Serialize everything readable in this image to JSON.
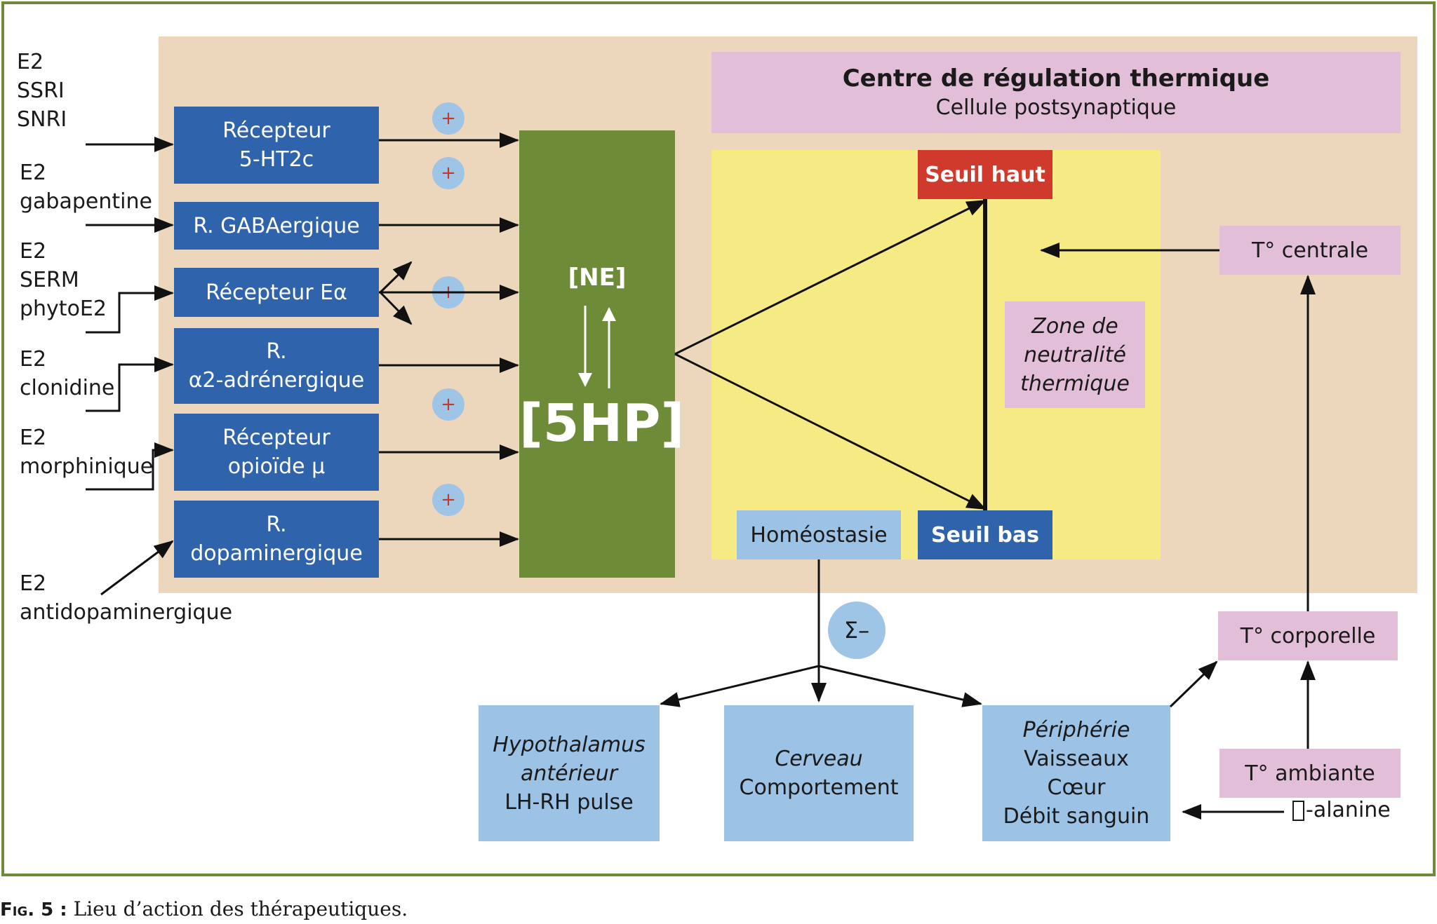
{
  "receptors": [
    {
      "label": "Récepteur\n5-HT2c"
    },
    {
      "label": "R. GABAergique"
    },
    {
      "label": "Récepteur Eα"
    },
    {
      "label": "R.\nα2-adrénergique"
    },
    {
      "label": "Récepteur\nopioïde μ"
    },
    {
      "label": "R.\ndopaminergique"
    }
  ],
  "drugs": [
    {
      "label": "E2\nSSRI\nSNRI"
    },
    {
      "label": "E2\ngabapentine"
    },
    {
      "label": "E2\nSERM\nphytoE2"
    },
    {
      "label": "E2\nclonidine"
    },
    {
      "label": "E2\nmorphinique"
    },
    {
      "label": "E2\nantidopaminergique"
    }
  ],
  "plus_sign": "+",
  "central": {
    "ne": "[NE]",
    "fivehp": "[5HP]"
  },
  "centre": {
    "title": "Centre de régulation thermique",
    "subtitle": "Cellule postsynaptique"
  },
  "seuil_haut": "Seuil haut",
  "seuil_bas": "Seuil bas",
  "homeostasie": "Homéostasie",
  "zone": {
    "line1": "Zone de",
    "line2": "neutralité",
    "line3": "thermique"
  },
  "t_centrale": "T° centrale",
  "t_corporelle": "T° corporelle",
  "t_ambiante": "T° ambiante",
  "alanine": "-alanine",
  "sigma": "Σ–",
  "hypothalamus": {
    "line1": "Hypothalamus",
    "line2": "antérieur",
    "line3": "LH-RH pulse"
  },
  "cerveau": {
    "line1": "Cerveau",
    "line2": "Comportement"
  },
  "peripherie": {
    "line1": "Périphérie",
    "line2": "Vaisseaux",
    "line3": "Cœur",
    "line4": "Débit sanguin"
  },
  "caption": {
    "label": "Fig. 5 :",
    "text": "Lieu d’action des thérapeutiques."
  },
  "colors": {
    "frame": "#6e8a3a",
    "background": "#ecd7bd",
    "zone": "#f6ea84",
    "receptor": "#2f63ac",
    "central_block": "#6e8b37",
    "seuil_haut": "#d03a2c",
    "light_box": "#9cc2e5",
    "pink_box": "#e3bed8"
  }
}
